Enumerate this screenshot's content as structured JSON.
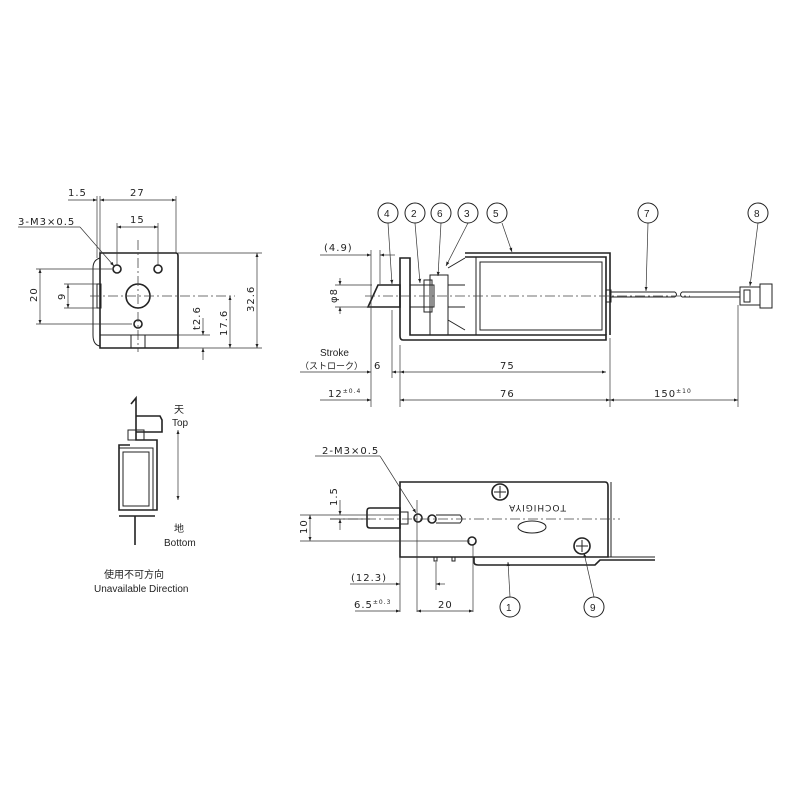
{
  "front_view": {
    "dims": {
      "flange": "1.5",
      "width": "27",
      "hole_pitch": "15",
      "thread": "3-M3×0.5",
      "v_pitch": "20",
      "slot": "9",
      "thickness": "t2.6",
      "center_height": "17.6",
      "height": "32.6"
    }
  },
  "side_view": {
    "balloons": [
      "4",
      "2",
      "6",
      "3",
      "5",
      "7",
      "8"
    ],
    "dims": {
      "chamfer": "(4.9)",
      "diameter": "φ8",
      "stroke_label": "Stroke",
      "stroke_label_jp": "（ストローク）",
      "stroke": "6",
      "body": "75",
      "plunger_ext": "12",
      "plunger_tol": "±0.4",
      "total": "76",
      "lead": "150",
      "lead_tol": "±10"
    }
  },
  "orientation": {
    "top_jp": "天",
    "top": "Top",
    "bottom_jp": "地",
    "bottom": "Bottom",
    "caption_jp": "使用不可方向",
    "caption": "Unavailable Direction"
  },
  "bottom_view": {
    "brand": "TOCHIGIYA",
    "balloons": [
      "1",
      "9"
    ],
    "dims": {
      "thread": "2-M3×0.5",
      "offset": "1.5",
      "height": "10",
      "ref": "(12.3)",
      "edge": "6.5",
      "edge_tol": "±0.3",
      "pitch": "20"
    }
  }
}
